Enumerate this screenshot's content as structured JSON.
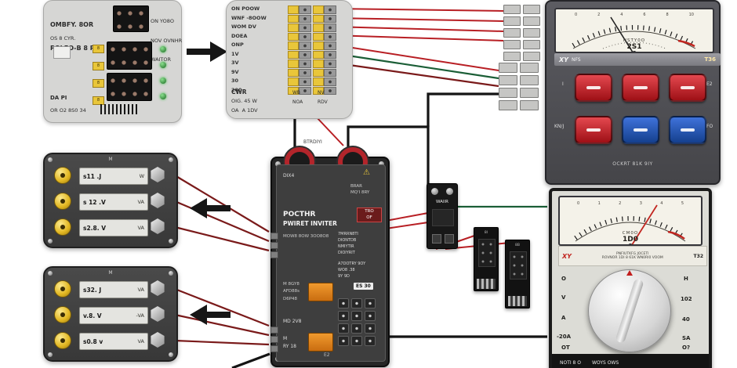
{
  "colors": {
    "wire_red": "#b81f24",
    "wire_green": "#1b5e36",
    "wire_maroon": "#7a1a1a",
    "wire_black": "#141414",
    "accent_yellow": "#e9c63a",
    "button_red": "#c1272d",
    "button_blue": "#1f55b5",
    "component_orange": "#e0831f",
    "led_green": "#2f9e44"
  },
  "panel_tl": {
    "title1": "OMBFY. 8OR",
    "title2": "POLEO-B 8 REA",
    "right1": "ON YO8O",
    "right2": "NOV OVNHR",
    "right3": "WAITOR",
    "mid_left": "OS 8 CYR.",
    "tags": [
      "8",
      "8",
      "8",
      "8"
    ],
    "bottom1": "DA PI",
    "bottom2": "OR O2 8S0 34"
  },
  "panel_tm": {
    "rows": [
      "ON POOW",
      "WNF -8OOW",
      "WOM DV",
      "DOEA",
      "ONP",
      "1V",
      "3V",
      "9V",
      "30",
      "200"
    ],
    "bottom": [
      "CWR",
      "OIG. 45 W",
      "OA  A 1DV"
    ],
    "colA": [
      "WB",
      "NOA"
    ],
    "colB": [
      "NV",
      "RDV"
    ]
  },
  "meter_top": {
    "scale": [
      "0",
      "2",
      "4",
      "6",
      "8",
      "10"
    ],
    "display1": "NSTY0O",
    "display2": "2S1",
    "brand": "XY",
    "brand2": "NFS",
    "model": "T36",
    "lbl_l1": "I",
    "lbl_l2": "KN/J",
    "lbl_r1": "E2",
    "lbl_r2": "FO",
    "bottom": "OCKRT 81K 9IY"
  },
  "meter_bottom": {
    "scale": [
      "0",
      "1",
      "2",
      "3",
      "4",
      "5"
    ],
    "display1": "CM0O",
    "display2": "1D0",
    "brand": "XY",
    "model": "T32",
    "info1": "PNFIUTKFG JOCETI",
    "info2": "ROVNOR 1DI 8 61K WN0RI0 VOOM",
    "dial_left": [
      "O",
      "V",
      "A",
      "-20A",
      "OT"
    ],
    "dial_right": [
      "H",
      "102",
      "40",
      "SA",
      "O?"
    ],
    "bottom1": "NOTI 8 O",
    "bottom2": "WOYS OWS"
  },
  "panel_ml": {
    "top": "M",
    "rows": [
      {
        "value": "s11 .J",
        "unit": "W"
      },
      {
        "value": "s 12 .V",
        "unit": "VA"
      },
      {
        "value": "s2.8. V",
        "unit": "VA"
      }
    ]
  },
  "panel_bl": {
    "top": "M",
    "rows": [
      {
        "value": "s32. J",
        "unit": "VA"
      },
      {
        "value": "v.8. V",
        "unit": "-VA"
      },
      {
        "value": "s0.8 v",
        "unit": "VA"
      }
    ]
  },
  "inverter": {
    "top_label": "BTRDIYI",
    "term_left": "DIX4",
    "warn": "⚠",
    "term_r1": "BRAR",
    "term_r2": "MQ'I 8RY",
    "title1": "POCTHR",
    "title2": "PWIRET INVITER",
    "badge1": "TRO",
    "badge2": "OF",
    "subtitle": "MOW8 8OW 3OO8O8",
    "spec": [
      "7MRRN8TI",
      "DIONTDB",
      "NMIYTIR",
      "DIOIYRIT"
    ],
    "spec2": [
      "A7DOTRY 9OY",
      "WO8 .38",
      "9Y 9D"
    ],
    "box": "ES 30",
    "left_lines": [
      "M 8GY8",
      "AFD88s",
      "D6P48"
    ],
    "mid": "MD 2V8",
    "bl1": "M",
    "bl2": "RY 18",
    "bc": "E2"
  },
  "relay": {
    "label": "WAIIR"
  },
  "sensors": {
    "s1": "8I",
    "s2": "8B"
  }
}
